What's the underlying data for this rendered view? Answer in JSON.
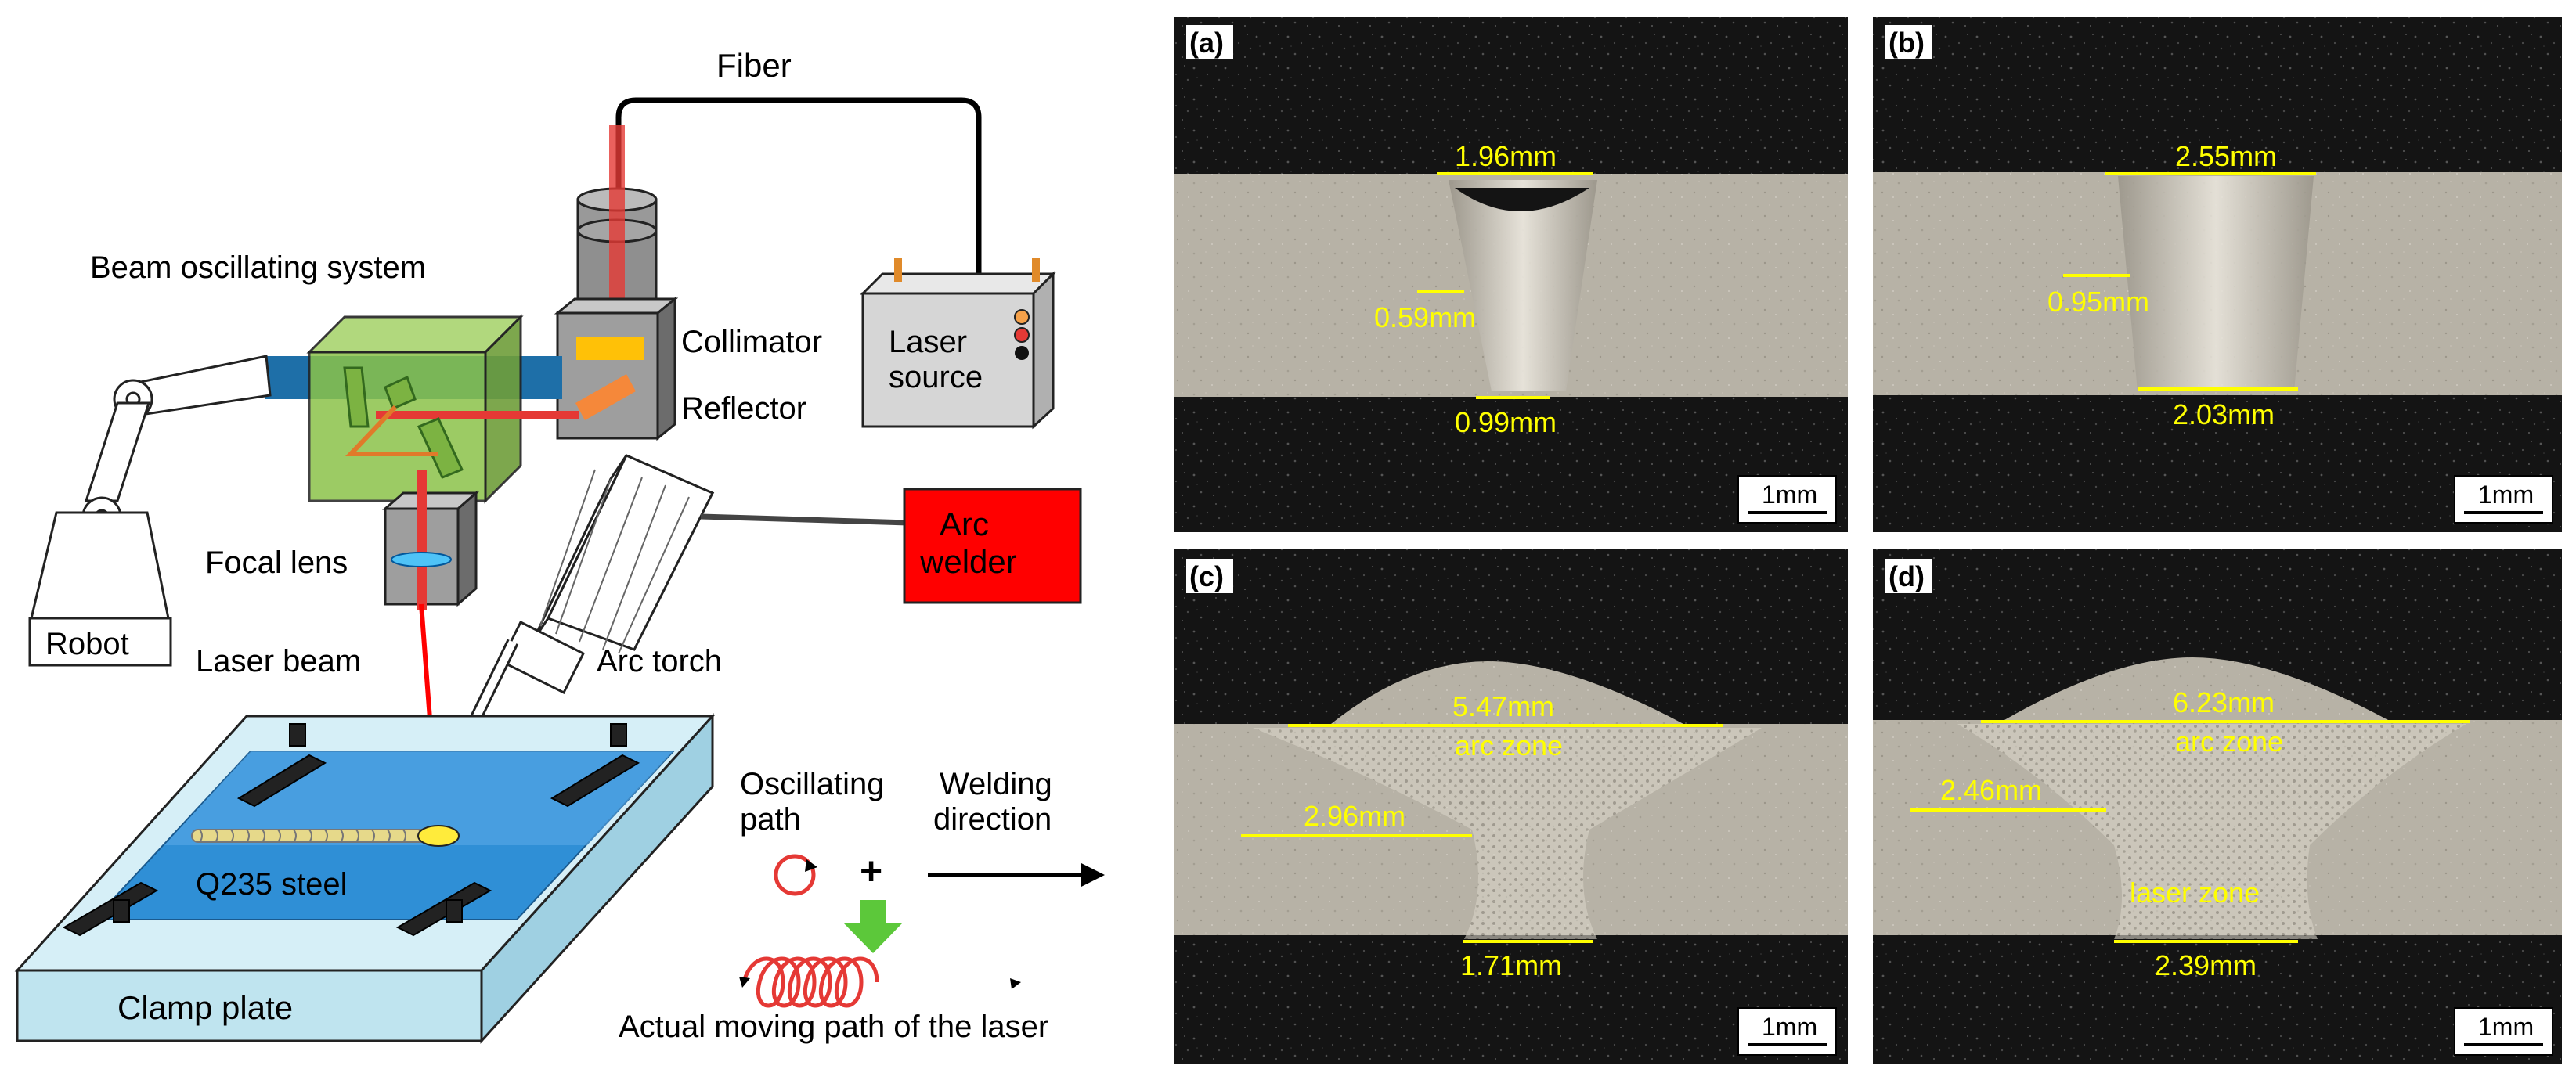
{
  "schematic": {
    "fiber": "Fiber",
    "beam_oscillating_system": "Beam oscillating  system",
    "collimator": "Collimator",
    "reflector": "Reflector",
    "laser_source_line1": "Laser",
    "laser_source_line2": "source",
    "focal_lens": "Focal lens",
    "robot": "Robot",
    "laser_beam": "Laser beam",
    "arc_torch": "Arc torch",
    "arc_welder_line1": "Arc",
    "arc_welder_line2": "welder",
    "steel": "Q235 steel",
    "clamp_plate": "Clamp plate",
    "oscillating_path_line1": "Oscillating",
    "oscillating_path_line2": "path",
    "plus": "+",
    "welding_direction_line1": "Welding",
    "welding_direction_line2": "direction",
    "actual_path": "Actual moving path of the laser"
  },
  "panels": [
    {
      "tag": "(a)",
      "top_width": "1.96mm",
      "side_width": "0.59mm",
      "bottom_width": "0.99mm",
      "scale": "1mm"
    },
    {
      "tag": "(b)",
      "top_width": "2.55mm",
      "side_width": "0.95mm",
      "bottom_width": "2.03mm",
      "scale": "1mm"
    },
    {
      "tag": "(c)",
      "top_width": "5.47mm",
      "zone_upper": "arc zone",
      "side_width": "2.96mm",
      "bottom_width": "1.71mm",
      "scale": "1mm"
    },
    {
      "tag": "(d)",
      "top_width": "6.23mm",
      "zone_upper": "arc zone",
      "side_width": "2.46mm",
      "zone_lower": "laser zone",
      "bottom_width": "2.39mm",
      "scale": "1mm"
    }
  ],
  "colors": {
    "annotation": "#ffff00",
    "arc_welder": "#ff0000",
    "laser_beam": "#ff0000",
    "oscillator_box": "#8bc34a",
    "clamp_plate": "#bfe4ef",
    "steel": "#2f8fd6",
    "arrow_green": "#5cc83a"
  }
}
